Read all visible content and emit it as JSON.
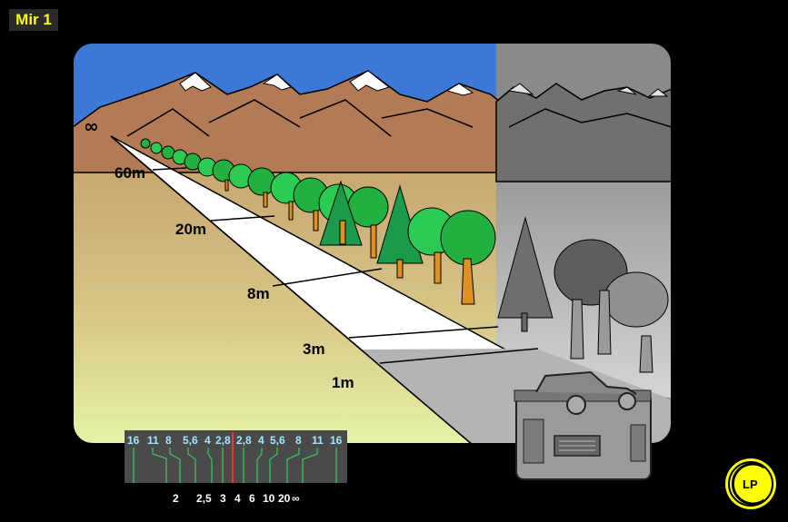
{
  "title": "Mir 1",
  "infinity_label": "∞",
  "distance_labels": [
    "60m",
    "20m",
    "8m",
    "3m",
    "1m"
  ],
  "dof_scale": {
    "apertures_left": [
      "16",
      "11",
      "8",
      "5,6",
      "4",
      "2,8"
    ],
    "apertures_right": [
      "2,8",
      "4",
      "5,6",
      "8",
      "11",
      "16"
    ],
    "distances": [
      "2",
      "2,5",
      "3",
      "4",
      "6",
      "10",
      "20",
      "∞"
    ]
  },
  "logo_text": "LP",
  "colors": {
    "sky": "#3d78d6",
    "mountain": "#b27a55",
    "snow": "#ffffff",
    "ground_top": "#c9a874",
    "ground_bottom": "#e3f0a4",
    "tree_green": "#20b040",
    "gray_zone": "#a8a8a8",
    "title_text": "#ffff00",
    "index_mark": "#ff3030",
    "logo_ring": "#ffff00"
  }
}
